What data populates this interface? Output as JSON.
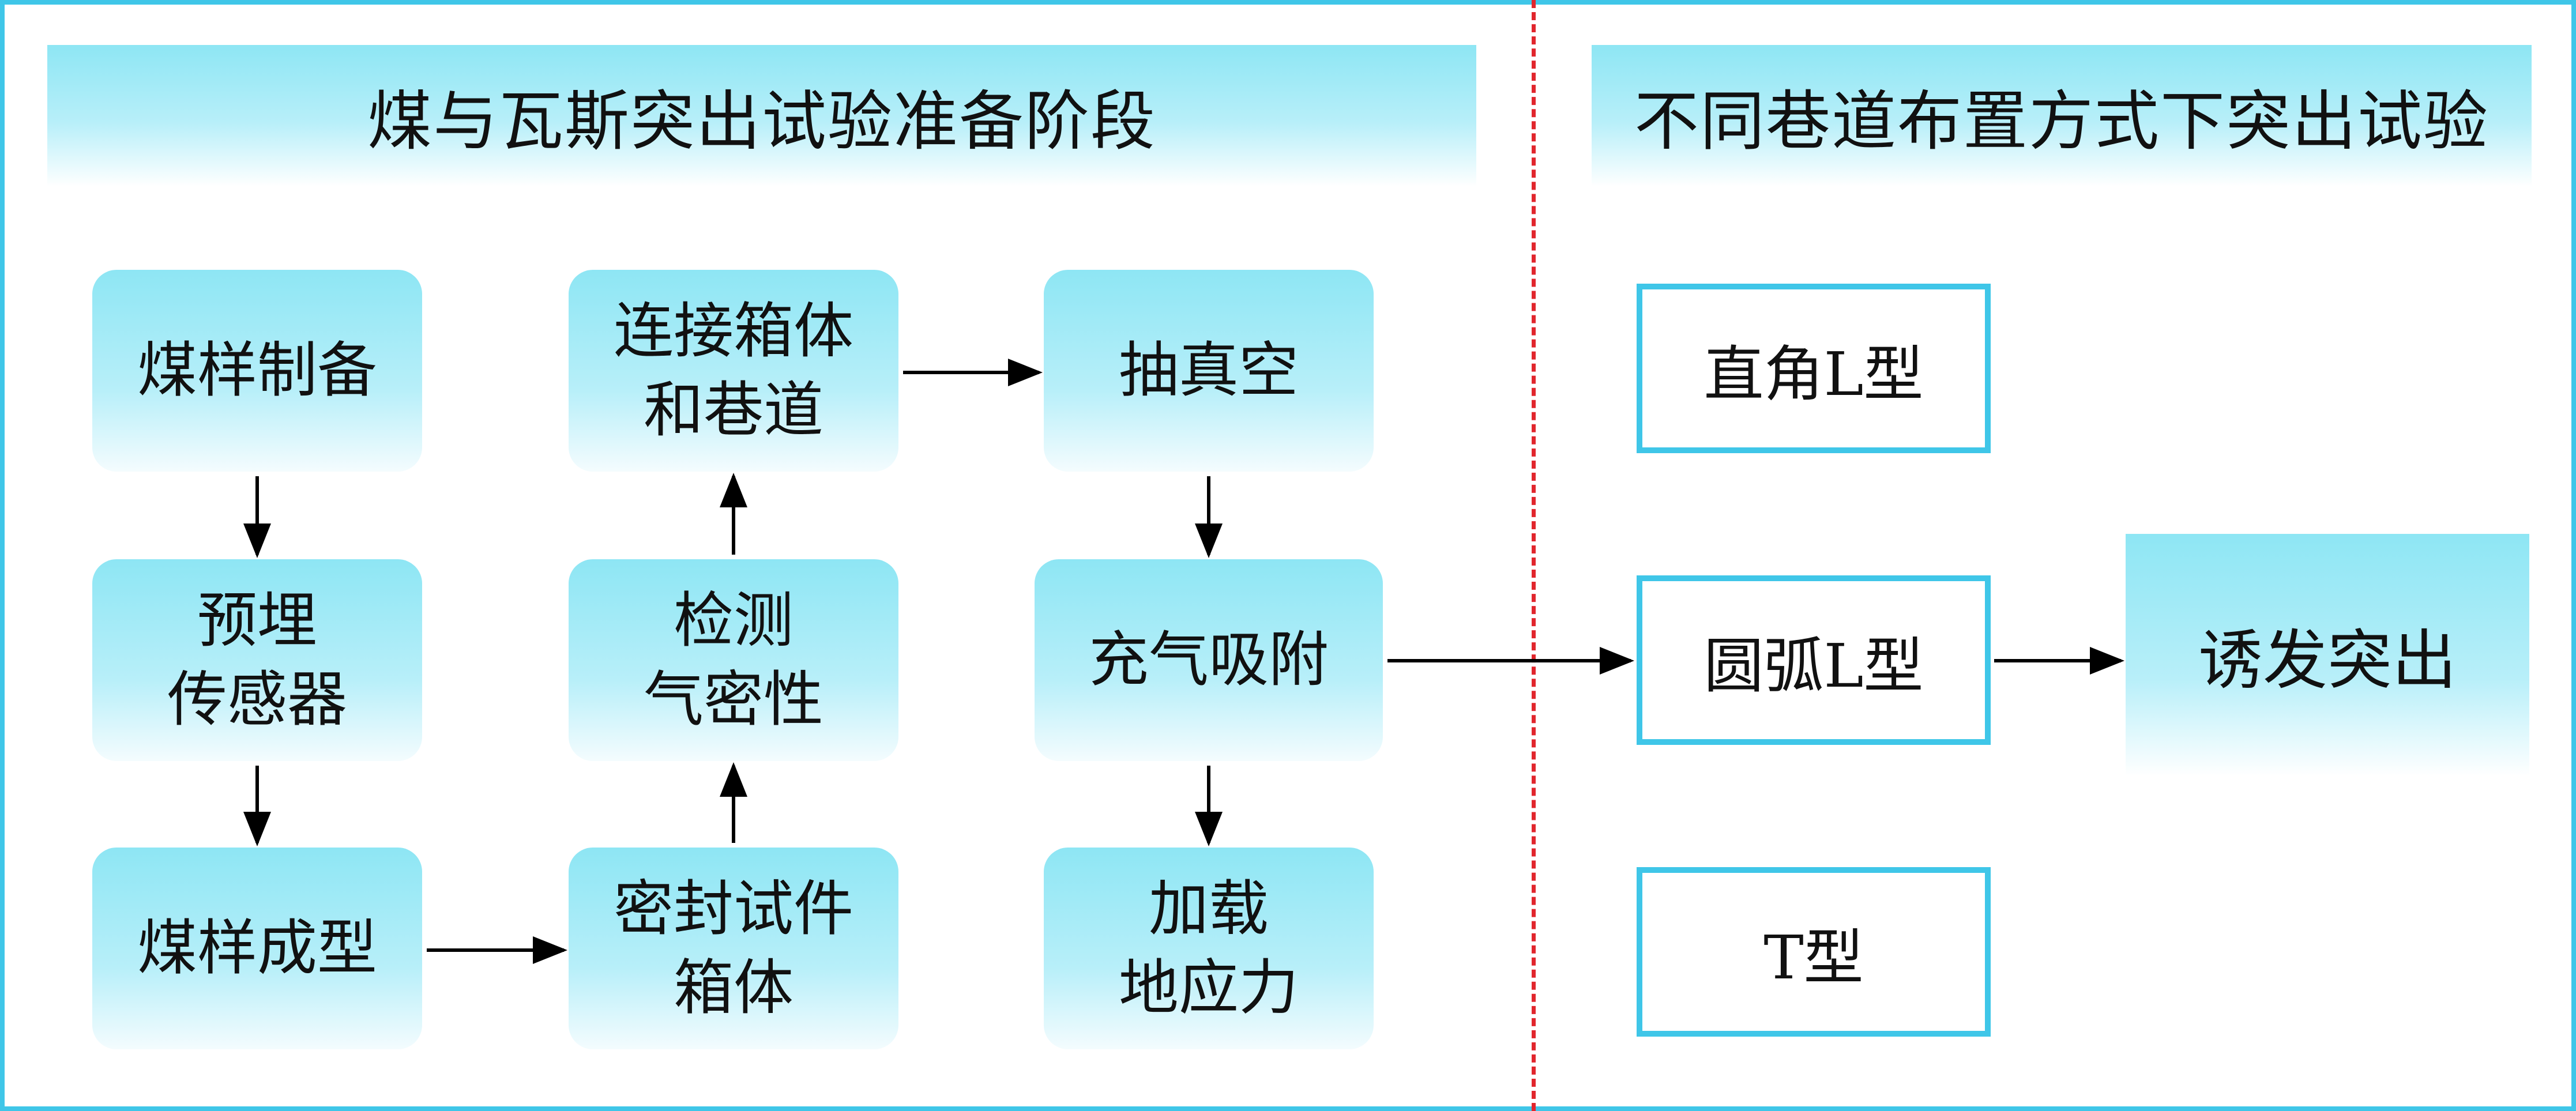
{
  "left_banner": "煤与瓦斯突出试验准备阶段",
  "right_banner": "不同巷道布置方式下突出试验",
  "steps": {
    "coal_sample_prep": "煤样制备",
    "embed_sensors": "预埋\n传感器",
    "coal_sample_forming": "煤样成型",
    "seal_specimen_box": "密封试件\n箱体",
    "check_airtightness": "检测\n气密性",
    "connect_box_roadway": "连接箱体\n和巷道",
    "vacuum": "抽真空",
    "gas_adsorption": "充气吸附",
    "load_ground_stress": "加载\n地应力"
  },
  "layouts": {
    "right_angle_l": "直角L型",
    "arc_l": "圆弧L型",
    "t_shape": "T型"
  },
  "induce_outburst": "诱发突出",
  "colors": {
    "frame": "#3fc6e8",
    "fill_top": "#8ee6f4",
    "divider": "#e1262d"
  }
}
